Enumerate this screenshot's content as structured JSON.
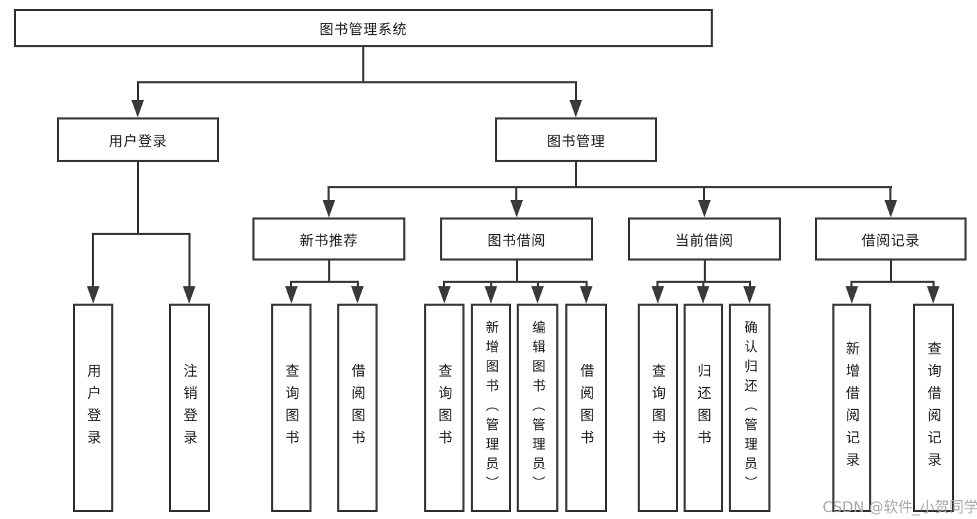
{
  "colors": {
    "background": "#ffffff",
    "line": "#3a3a3a",
    "text": "#1c1c1c",
    "watermark": "#a8a8a8"
  },
  "tree": {
    "label": "图书管理系统",
    "children": [
      {
        "label": "用户登录",
        "children": [
          {
            "label": "用户登录"
          },
          {
            "label": "注销登录"
          }
        ]
      },
      {
        "label": "图书管理",
        "children": [
          {
            "label": "新书推荐",
            "children": [
              {
                "label": "查询图书"
              },
              {
                "label": "借阅图书"
              }
            ]
          },
          {
            "label": "图书借阅",
            "children": [
              {
                "label": "查询图书"
              },
              {
                "label": "新增图书（管理员）"
              },
              {
                "label": "编辑图书（管理员）"
              },
              {
                "label": "借阅图书"
              }
            ]
          },
          {
            "label": "当前借阅",
            "children": [
              {
                "label": "查询图书"
              },
              {
                "label": "归还图书"
              },
              {
                "label": "确认归还（管理员）"
              }
            ]
          },
          {
            "label": "借阅记录",
            "children": [
              {
                "label": "新增借阅记录"
              },
              {
                "label": "查询借阅记录"
              }
            ]
          }
        ]
      }
    ]
  },
  "watermark": {
    "text": "CSDN @软件_小贺同学"
  }
}
